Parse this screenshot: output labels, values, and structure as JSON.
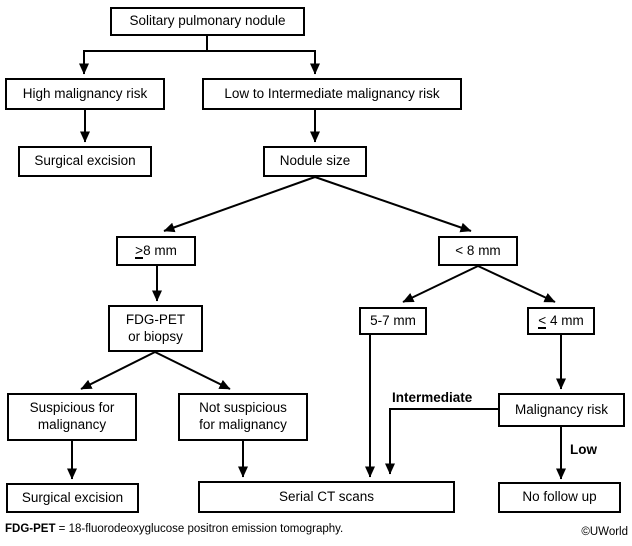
{
  "nodes": {
    "solitary_pulmonary_nodule": {
      "label": "Solitary pulmonary nodule"
    },
    "high_malignancy_risk": {
      "label": "High malignancy risk"
    },
    "low_to_intermediate_risk": {
      "label": "Low to Intermediate malignancy risk"
    },
    "surgical_excision_top": {
      "label": "Surgical excision"
    },
    "nodule_size": {
      "label": "Nodule size"
    },
    "ge_8mm": {
      "symbol": ">",
      "text": "8 mm"
    },
    "lt_8mm": {
      "label": "< 8 mm"
    },
    "fdg_pet_or_biopsy": {
      "lines": [
        "FDG-PET",
        "or biopsy"
      ]
    },
    "size_5_7mm": {
      "label": "5-7 mm"
    },
    "le_4mm": {
      "symbol": "<",
      "text": " 4 mm"
    },
    "suspicious_for_malignancy": {
      "lines": [
        "Suspicious for",
        "malignancy"
      ]
    },
    "not_suspicious_for_malignancy": {
      "lines": [
        "Not suspicious",
        "for malignancy"
      ]
    },
    "malignancy_risk": {
      "label": "Malignancy risk"
    },
    "surgical_excision_bottom": {
      "label": "Surgical excision"
    },
    "serial_ct_scans": {
      "label": "Serial CT scans"
    },
    "no_follow_up": {
      "label": "No follow up"
    }
  },
  "edge_labels": {
    "intermediate": "Intermediate",
    "low": "Low"
  },
  "footer": {
    "abbr": "FDG-PET",
    "definition": " = 18-fluorodeoxyglucose positron emission tomography.",
    "copyright": "©UWorld"
  },
  "colors": {
    "line": "#000000",
    "text": "#000000",
    "background": "#ffffff"
  }
}
